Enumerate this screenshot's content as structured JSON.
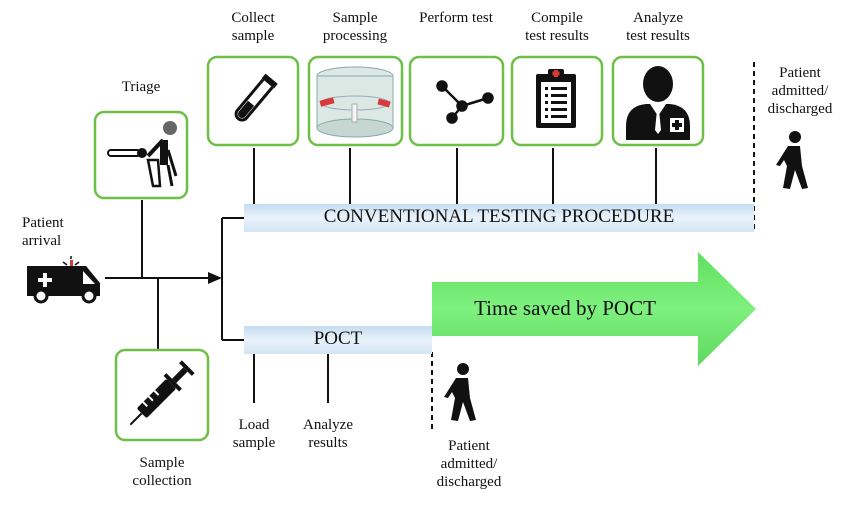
{
  "labels": {
    "triage": "Triage",
    "collect_sample": "Collect\nsample",
    "sample_processing": "Sample\nprocessing",
    "perform_test": "Perform test",
    "compile_results": "Compile\ntest results",
    "analyze_results": "Analyze\ntest results",
    "patient_admitted_top": "Patient\nadmitted/\ndischarged",
    "patient_arrival": "Patient\narrival",
    "sample_collection": "Sample\ncollection",
    "load_sample": "Load\nsample",
    "analyze_results_poct": "Analyze\nresults",
    "patient_admitted_bottom": "Patient\nadmitted/\ndischarged"
  },
  "bars": {
    "conventional": "CONVENTIONAL TESTING PROCEDURE",
    "poct": "POCT",
    "time_saved": "Time saved by POCT"
  },
  "colors": {
    "box_border": "#6dbf45",
    "bar_light": "#dbeaf6",
    "arrow_green": "#6ee86e"
  },
  "icons": [
    "triage-icon",
    "test-tube-icon",
    "centrifuge-icon",
    "network-icon",
    "clipboard-icon",
    "doctor-icon",
    "ambulance-icon",
    "syringe-icon",
    "walking-person-icon"
  ]
}
